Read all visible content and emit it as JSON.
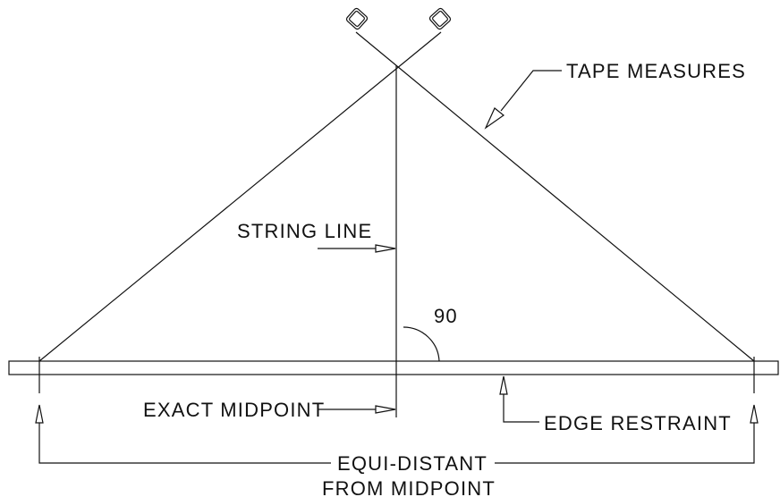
{
  "labels": {
    "tape_measures": "TAPE MEASURES",
    "string_line": "STRING LINE",
    "angle": "90",
    "exact_midpoint": "EXACT MIDPOINT",
    "edge_restraint": "EDGE RESTRAINT",
    "equi_distant_line1": "EQUI-DISTANT",
    "equi_distant_line2": "FROM MIDPOINT"
  },
  "colors": {
    "line": "#111111",
    "background": "#ffffff"
  }
}
